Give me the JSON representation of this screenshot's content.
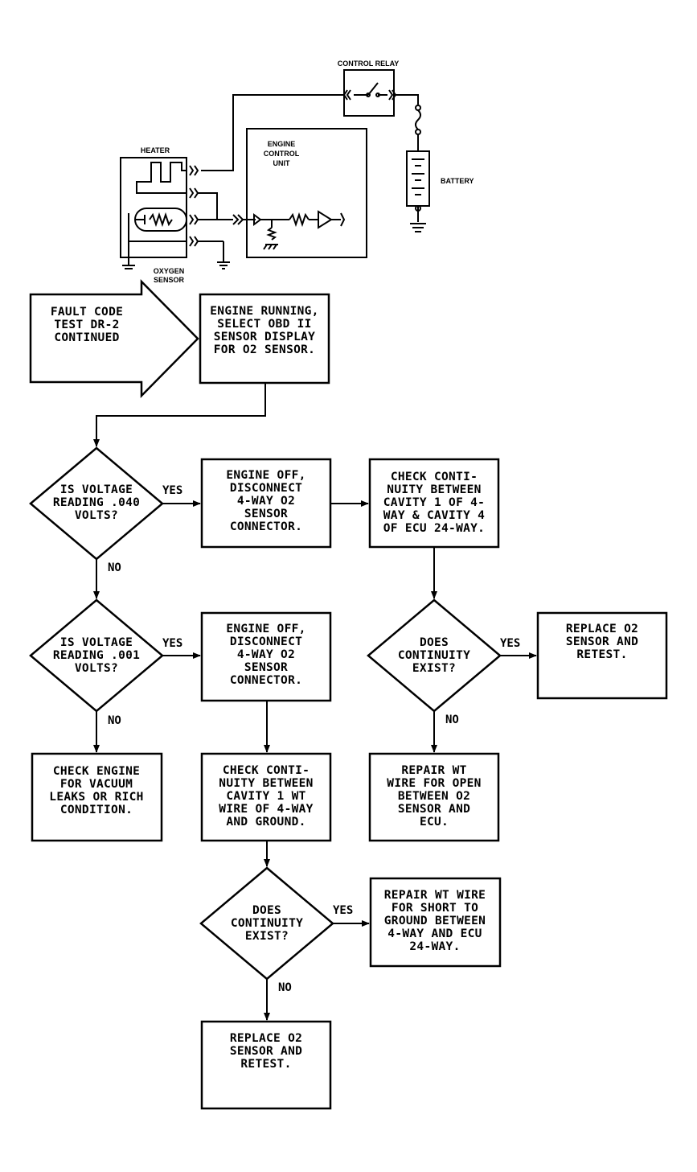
{
  "schematic": {
    "control_relay": "CONTROL RELAY",
    "heater": "HEATER",
    "ecu": [
      "ENGINE",
      "CONTROL",
      "UNIT"
    ],
    "battery": "BATTERY",
    "oxygen_sensor": [
      "OXYGEN",
      "SENSOR"
    ]
  },
  "flow": {
    "start": [
      "FAULT CODE",
      "TEST DR-2",
      "CONTINUED"
    ],
    "step_select": [
      "ENGINE RUNNING,",
      "SELECT OBD II",
      "SENSOR DISPLAY",
      "FOR O2 SENSOR."
    ],
    "decision_040": [
      "IS VOLTAGE",
      "READING .040",
      "VOLTS?"
    ],
    "step_disconnect_1": [
      "ENGINE OFF,",
      "DISCONNECT",
      "4-WAY O2",
      "SENSOR",
      "CONNECTOR."
    ],
    "step_check_cavity": [
      "CHECK CONTI-",
      "NUITY BETWEEN",
      "CAVITY 1 OF 4-",
      "WAY & CAVITY 4",
      "OF ECU 24-WAY."
    ],
    "decision_001": [
      "IS VOLTAGE",
      "READING .001",
      "VOLTS?"
    ],
    "step_disconnect_2": [
      "ENGINE OFF,",
      "DISCONNECT",
      "4-WAY O2",
      "SENSOR",
      "CONNECTOR."
    ],
    "decision_cont_1": [
      "DOES",
      "CONTINUITY",
      "EXIST?"
    ],
    "step_replace_1": [
      "REPLACE O2",
      "SENSOR AND",
      "RETEST."
    ],
    "step_vacuum": [
      "CHECK ENGINE",
      "FOR VACUUM",
      "LEAKS OR RICH",
      "CONDITION."
    ],
    "step_check_ground": [
      "CHECK CONTI-",
      "NUITY BETWEEN",
      "CAVITY 1 WT",
      "WIRE OF 4-WAY",
      "AND GROUND."
    ],
    "step_repair_open": [
      "REPAIR WT",
      "WIRE FOR OPEN",
      "BETWEEN O2",
      "SENSOR AND",
      "ECU."
    ],
    "decision_cont_2": [
      "DOES",
      "CONTINUITY",
      "EXIST?"
    ],
    "step_repair_short": [
      "REPAIR WT WIRE",
      "FOR SHORT TO",
      "GROUND BETWEEN",
      "4-WAY AND ECU",
      "24-WAY."
    ],
    "step_replace_2": [
      "REPLACE O2",
      "SENSOR AND",
      "RETEST."
    ],
    "yes": "YES",
    "no": "NO"
  }
}
